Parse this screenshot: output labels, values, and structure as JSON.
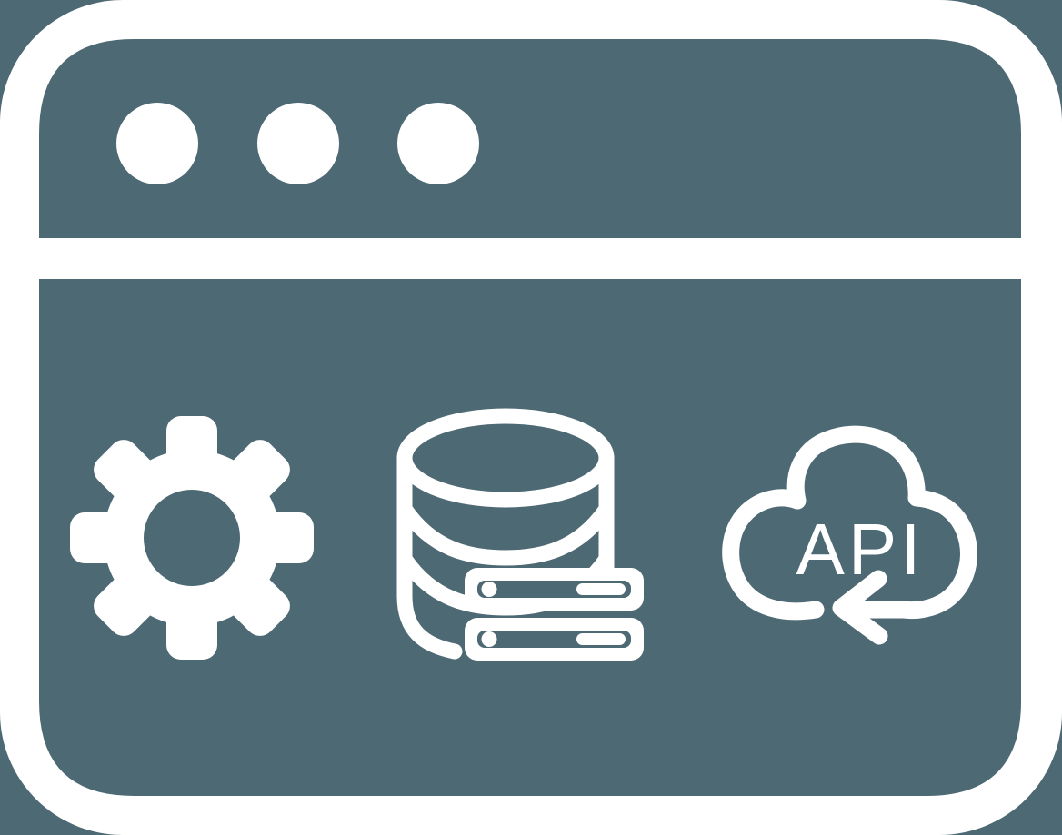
{
  "illustration": {
    "description": "Browser window pictogram with settings gear, database server and cloud API icons",
    "colors": {
      "background": "#4D6973",
      "foreground": "#FFFFFF"
    },
    "window": {
      "dot_count": 3
    },
    "icons": [
      {
        "name": "gear-icon"
      },
      {
        "name": "database-server-icon"
      },
      {
        "name": "cloud-api-icon",
        "label": "API"
      }
    ],
    "cloud": {
      "label": "API"
    }
  }
}
